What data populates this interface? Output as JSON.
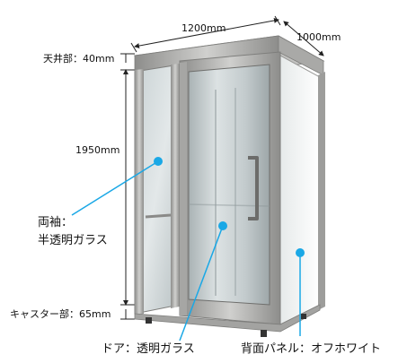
{
  "dimensions": {
    "width": "1200mm",
    "depth": "1000mm",
    "height": "1950mm",
    "ceiling": "天井部：40mm",
    "caster": "キャスター部：65mm"
  },
  "callouts": {
    "side_line1": "両袖：",
    "side_line2": "半透明ガラス",
    "door": "ドア：透明ガラス",
    "back": "背面パネル：オフホワイト"
  },
  "colors": {
    "accent": "#1aa8e6",
    "frame": "#b9b9b7",
    "frame_dark": "#7e7e7c",
    "glass": "#d3dbdc",
    "back_panel": "#f4f6f6"
  }
}
